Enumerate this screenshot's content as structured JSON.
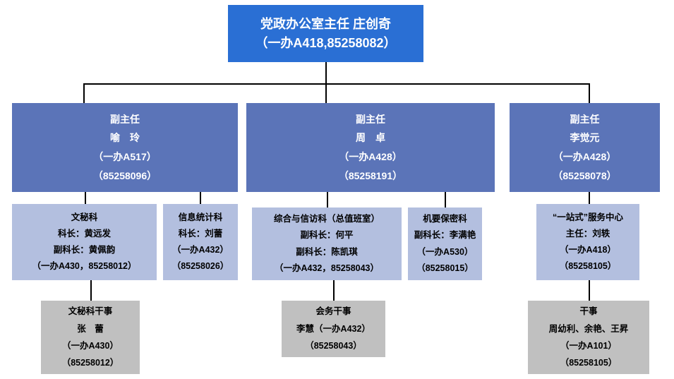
{
  "colors": {
    "root_bg": "#2a6fd4",
    "deputy_bg": "#5b74b8",
    "section_bg": "#b3bfdf",
    "staff_bg": "#c0c0c0",
    "connector": "#000000",
    "page_bg": "#ffffff"
  },
  "root": {
    "title": "党政办公室主任  庄创奇",
    "contact": "（一办A418,85258082）"
  },
  "deputies": [
    {
      "role": "副主任",
      "name": "喻　玲",
      "room": "（一办A517）",
      "phone": "（85258096）"
    },
    {
      "role": "副主任",
      "name": "周　卓",
      "room": "（一办A428）",
      "phone": "（85258191）"
    },
    {
      "role": "副主任",
      "name": "李觉元",
      "room": "（一办A428）",
      "phone": "（85258078）"
    }
  ],
  "sections": [
    {
      "title": "文秘科",
      "line2": "科长：黄远发",
      "line3": "副科长：黄佩韵",
      "line4": "（一办A430，85258012）"
    },
    {
      "title": "信息统计科",
      "line2": "科长：刘蕾",
      "line3": "（一办A432）",
      "line4": "（85258026）"
    },
    {
      "title": "综合与信访科（总值班室）",
      "line2": "副科长：何平",
      "line3": "副科长：陈凯琪",
      "line4": "（一办A432，85258043）"
    },
    {
      "title": "机要保密科",
      "line2": "副科长：李满艳",
      "line3": "（一办A530）",
      "line4": "（85258015）"
    },
    {
      "title": "“一站式”服务中心",
      "line2": "主任：刘轶",
      "line3": "（一办A418）",
      "line4": "（85258105）"
    }
  ],
  "staff": [
    {
      "title": "文秘科干事",
      "line2": "张　蕾",
      "line3": "（一办A430）",
      "line4": "（85258012）"
    },
    {
      "title": "会务干事",
      "line2": "李慧（一办A432）",
      "line3": "（85258043）",
      "line4": ""
    },
    {
      "title": "干事",
      "line2": "周幼利、余艳、王昇",
      "line3": "（一办A101）",
      "line4": "（85258105）"
    }
  ]
}
